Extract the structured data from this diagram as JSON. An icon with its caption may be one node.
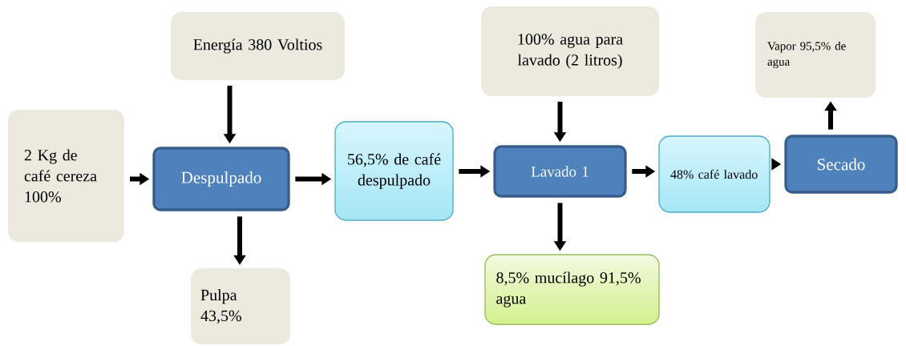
{
  "diagram": {
    "nodes": [
      {
        "text": [
          "2 Kg de café cereza 100%"
        ]
      },
      {
        "text": [
          "Despulpado"
        ]
      },
      {
        "text": [
          "Energía 380 Voltios"
        ]
      },
      {
        "text": [
          "Pulpa 43,5%"
        ]
      },
      {
        "text": [
          "56,5% de café despulpado"
        ]
      },
      {
        "text": [
          "100% agua para lavado (2 litros)"
        ]
      },
      {
        "text": [
          "Lavado 1"
        ]
      },
      {
        "text": [
          "8,5% mucílago 91,5% agua"
        ]
      },
      {
        "text": [
          "48% café lavado"
        ]
      },
      {
        "text": [
          "Vapor 95,5% de agua"
        ]
      },
      {
        "text": [
          "Secado"
        ]
      }
    ],
    "edges": [
      {
        "from": 0,
        "to": 1,
        "arrow": "to"
      },
      {
        "from": 2,
        "to": 1,
        "arrow": "to"
      },
      {
        "from": 1,
        "to": 3,
        "arrow": "to"
      },
      {
        "from": 1,
        "to": 4,
        "arrow": "to"
      },
      {
        "from": 4,
        "to": 6,
        "arrow": "to"
      },
      {
        "from": 5,
        "to": 6,
        "arrow": "to"
      },
      {
        "from": 6,
        "to": 7,
        "arrow": "to"
      },
      {
        "from": 6,
        "to": 8,
        "arrow": "to"
      },
      {
        "from": 8,
        "to": 10,
        "arrow": "to"
      },
      {
        "from": 10,
        "to": 9,
        "arrow": "to"
      }
    ]
  }
}
